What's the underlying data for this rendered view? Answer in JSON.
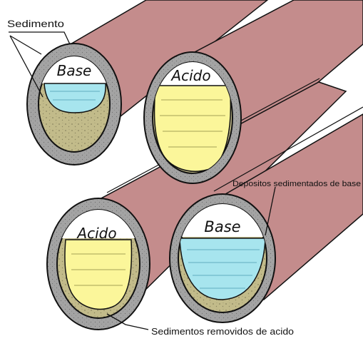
{
  "labels": {
    "sediment": "Sedimento",
    "base_deposits": "Depositos sedimentados de base",
    "acid_removed": "Sedimentos removidos de acido"
  },
  "pipes": [
    {
      "fluid": "Base",
      "position": "top-left"
    },
    {
      "fluid": "Acido",
      "position": "top-right"
    },
    {
      "fluid": "Acido",
      "position": "bottom-left"
    },
    {
      "fluid": "Base",
      "position": "bottom-right"
    }
  ],
  "colors": {
    "pipe_body": "#c48c8c",
    "pipe_wall": "#a0a0a0",
    "sediment": "#c2bb8a",
    "base_fluid": "#a7e5ee",
    "acid_fluid": "#fbf69a",
    "outline": "#111111"
  }
}
